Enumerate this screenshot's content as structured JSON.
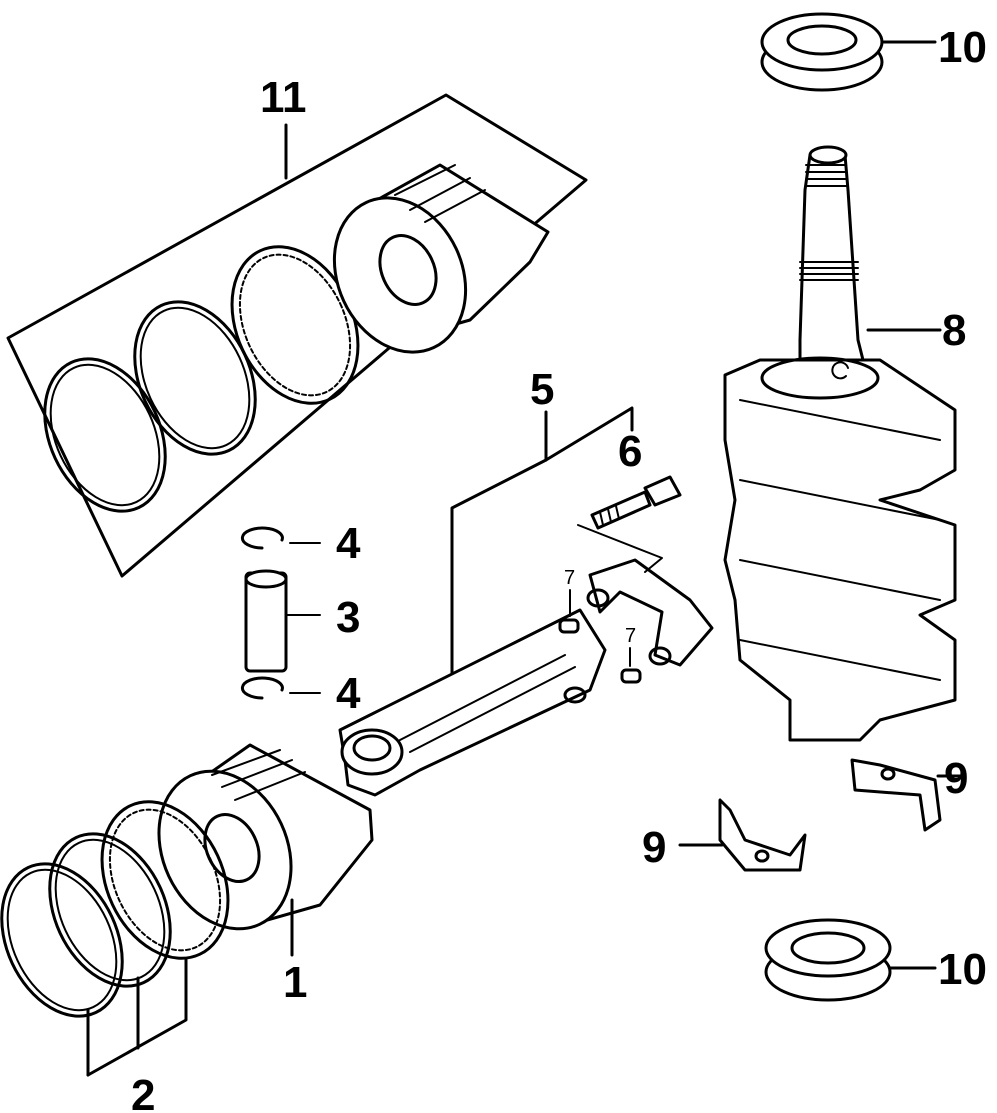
{
  "callouts": {
    "c1": "1",
    "c2": "2",
    "c3": "3",
    "c4a": "4",
    "c4b": "4",
    "c5": "5",
    "c6": "6",
    "c7a": "7",
    "c7b": "7",
    "c8": "8",
    "c9a": "9",
    "c9b": "9",
    "c10a": "10",
    "c10b": "10",
    "c11": "11"
  },
  "colors": {
    "line": "#000000",
    "background": "#ffffff"
  }
}
